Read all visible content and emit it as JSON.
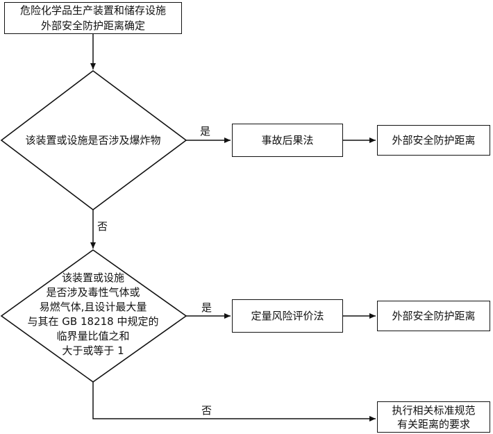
{
  "start": {
    "line1": "危险化学品生产装置和储存设施",
    "line2": "外部安全防护距离确定"
  },
  "decision1": {
    "text": "该装置或设施是否涉及爆炸物",
    "yes_label": "是",
    "no_label": "否"
  },
  "method1": {
    "text": "事故后果法"
  },
  "result1": {
    "text": "外部安全防护距离"
  },
  "decision2": {
    "lines": [
      "该装置或设施",
      "是否涉及毒性气体或",
      "易燃气体,且设计最大量",
      "与其在 GB 18218 中规定的",
      "临界量比值之和",
      "大于或等于 1"
    ],
    "yes_label": "是",
    "no_label": "否"
  },
  "method2": {
    "text": "定量风险评价法"
  },
  "result2": {
    "text": "外部安全防护距离"
  },
  "other": {
    "line1": "执行相关标准规范",
    "line2": "有关距离的要求"
  }
}
